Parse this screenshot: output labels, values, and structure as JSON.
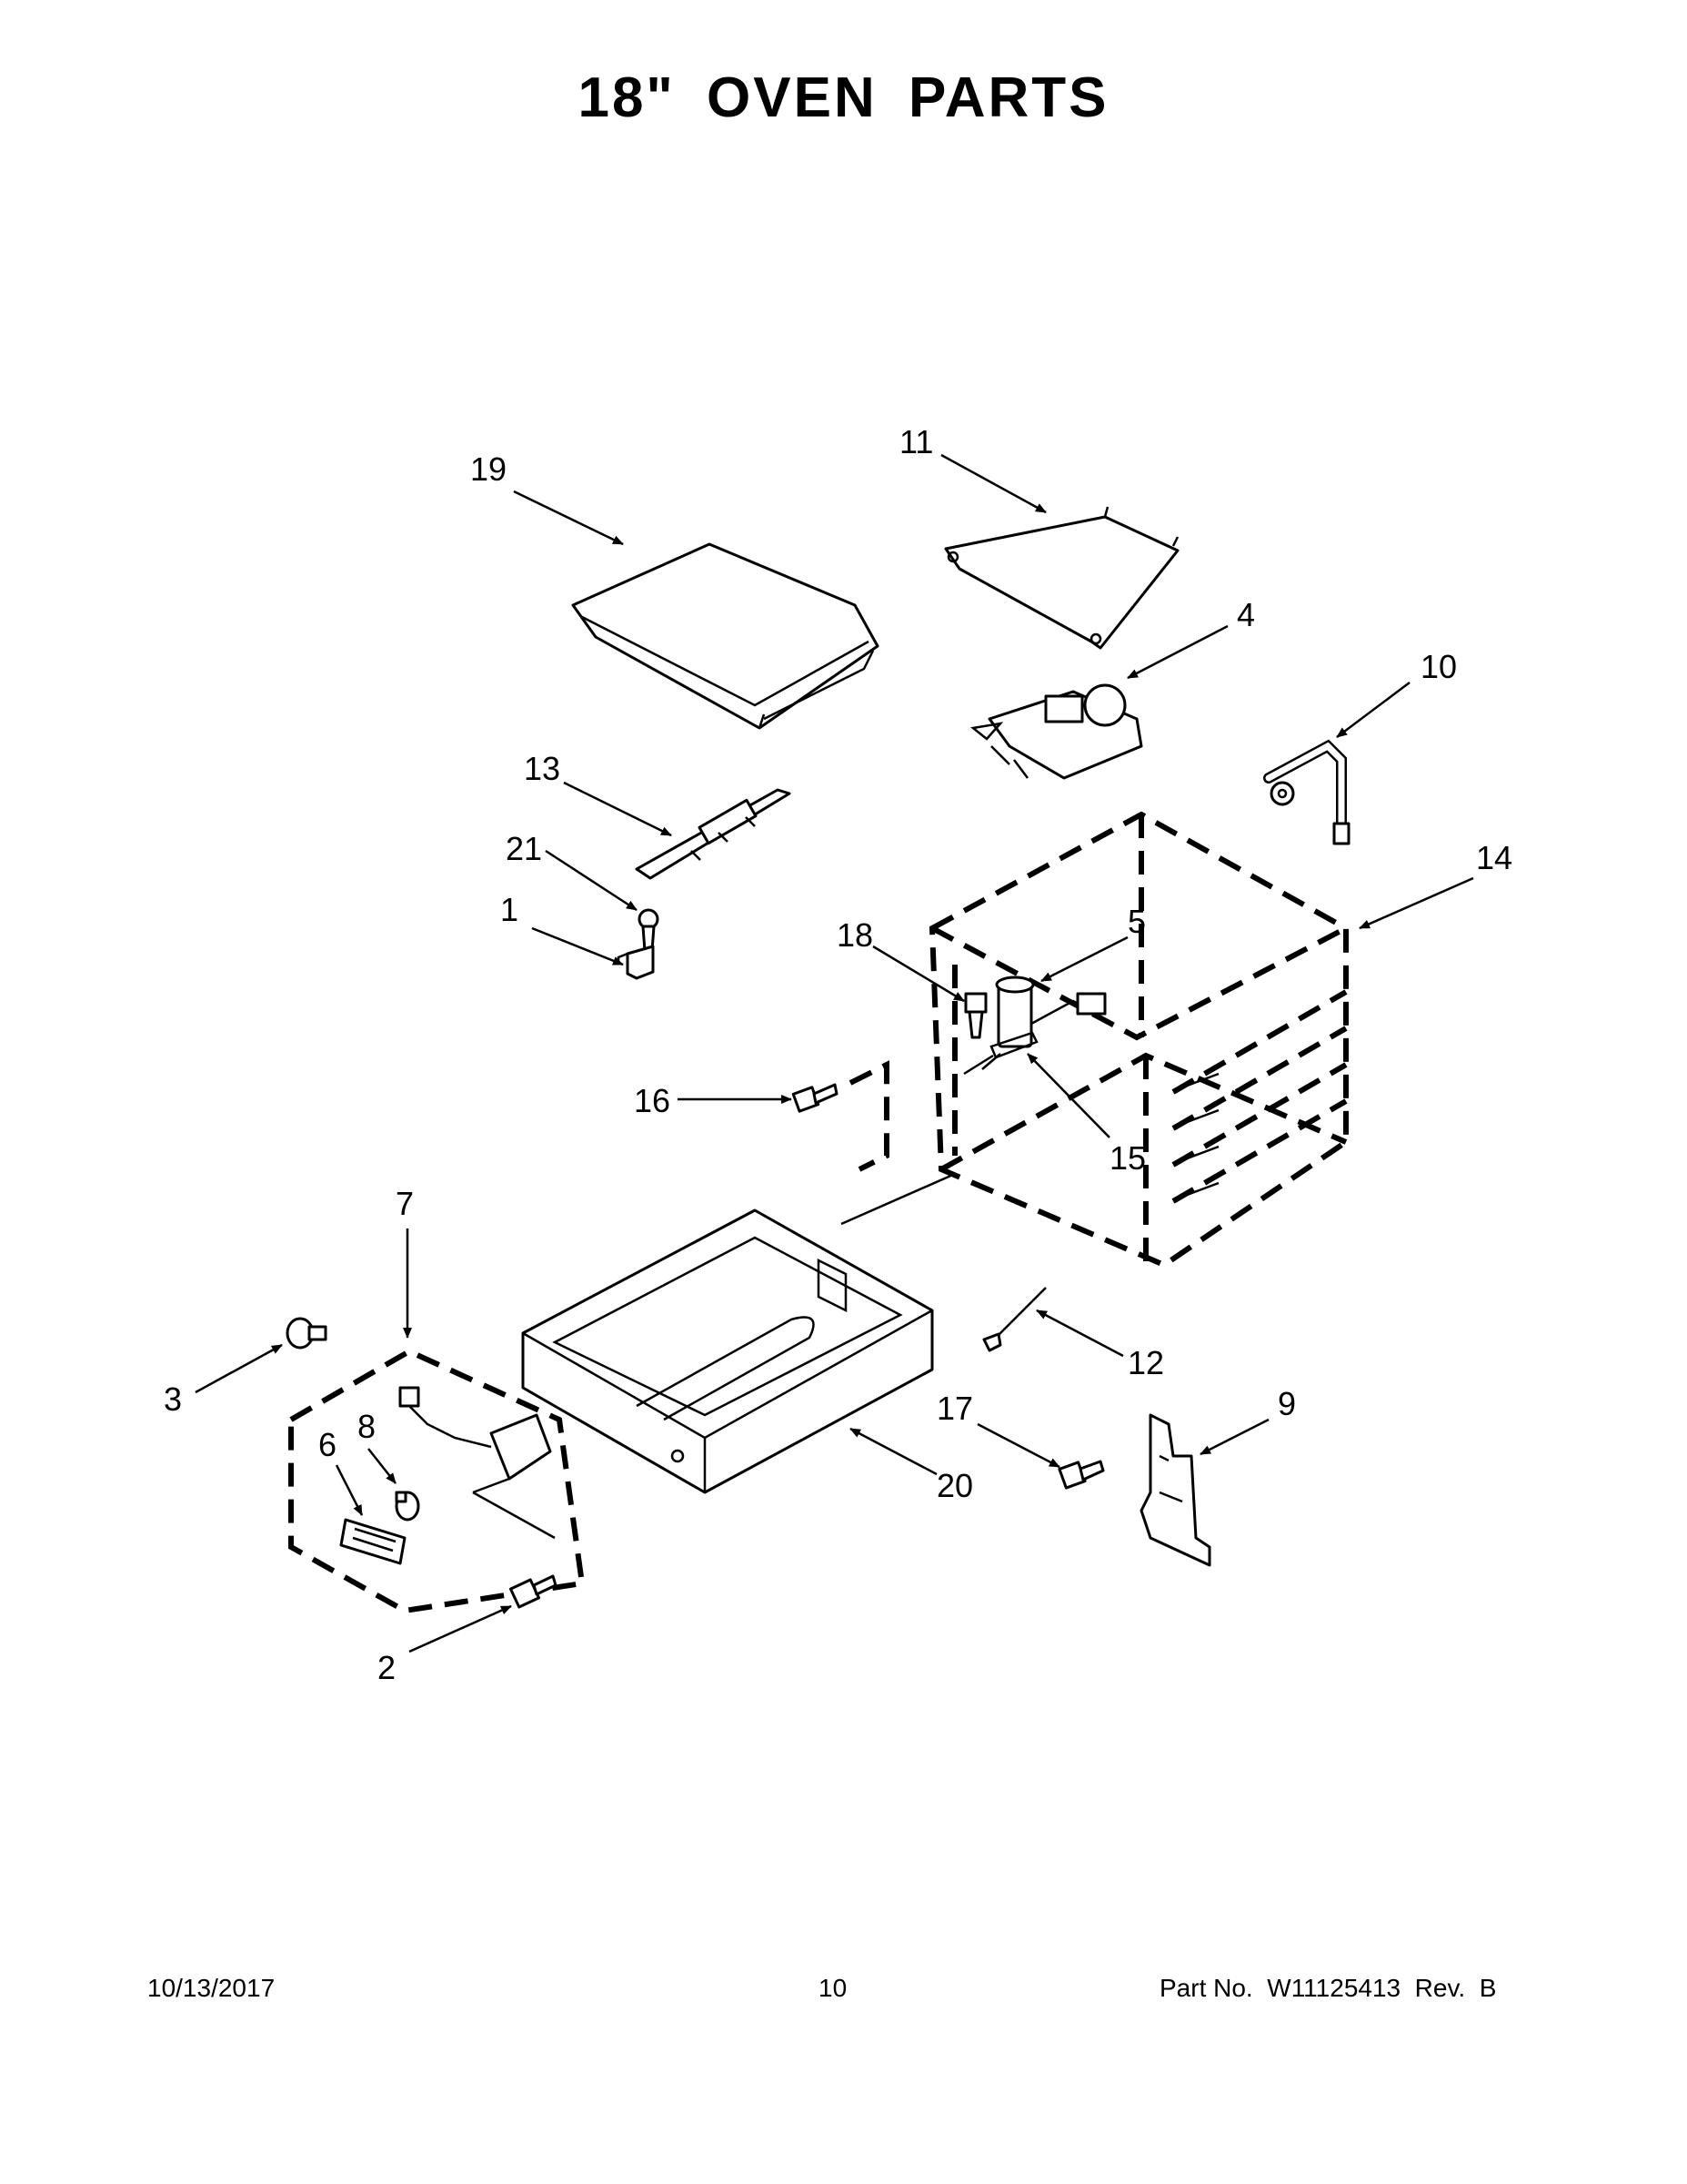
{
  "page": {
    "title": "18\" OVEN PARTS",
    "date": "10/13/2017",
    "page_number": "10",
    "part_no": "Part No.  W11125413  Rev.  B"
  },
  "callouts": {
    "c1": "1",
    "c2": "2",
    "c3": "3",
    "c4": "4",
    "c5": "5",
    "c6": "6",
    "c7": "7",
    "c8": "8",
    "c9": "9",
    "c10": "10",
    "c11": "11",
    "c12": "12",
    "c13": "13",
    "c14": "14",
    "c15": "15",
    "c16": "16",
    "c17": "17",
    "c18": "18",
    "c19": "19",
    "c20": "20",
    "c21": "21"
  }
}
